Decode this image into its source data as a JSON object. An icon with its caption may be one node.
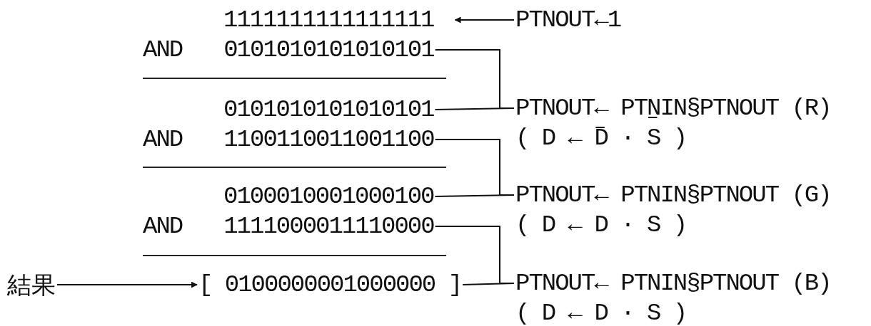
{
  "diagram": {
    "nodes": [
      {
        "text": [
          "1111111111111111"
        ]
      },
      {
        "text": [
          "PTNOUT←1"
        ]
      },
      {
        "text": [
          "AND",
          "0101010101010101"
        ]
      },
      {
        "text": [
          "0101010101010101"
        ]
      },
      {
        "text": [
          "PTNOUT← PTNIN§PTNOUT (R)",
          "( D ← D · S )"
        ]
      },
      {
        "text": [
          "AND",
          "1100110011001100"
        ]
      },
      {
        "text": [
          "0100010001000100"
        ]
      },
      {
        "text": [
          "PTNOUT← PTNIN§PTNOUT (G)",
          "( D ← D · S )"
        ]
      },
      {
        "text": [
          "AND",
          "1111000011110000"
        ]
      },
      {
        "text": [
          "結果"
        ]
      },
      {
        "text": [
          "[ 0100000001000000 ]"
        ]
      },
      {
        "text": [
          "PTNOUT← PTNIN§PTNOUT (B)",
          "( D ← D · S )"
        ]
      }
    ],
    "edges": [
      {
        "from": 1,
        "to": 0,
        "arrow": "to"
      },
      {
        "from": 2,
        "to": 4,
        "arrow": "none"
      },
      {
        "from": 3,
        "to": 4,
        "arrow": "none"
      },
      {
        "from": 5,
        "to": 7,
        "arrow": "none"
      },
      {
        "from": 6,
        "to": 7,
        "arrow": "none"
      },
      {
        "from": 8,
        "to": 11,
        "arrow": "none"
      },
      {
        "from": 10,
        "to": 11,
        "arrow": "none"
      },
      {
        "from": 9,
        "to": 10,
        "arrow": "to"
      }
    ]
  }
}
